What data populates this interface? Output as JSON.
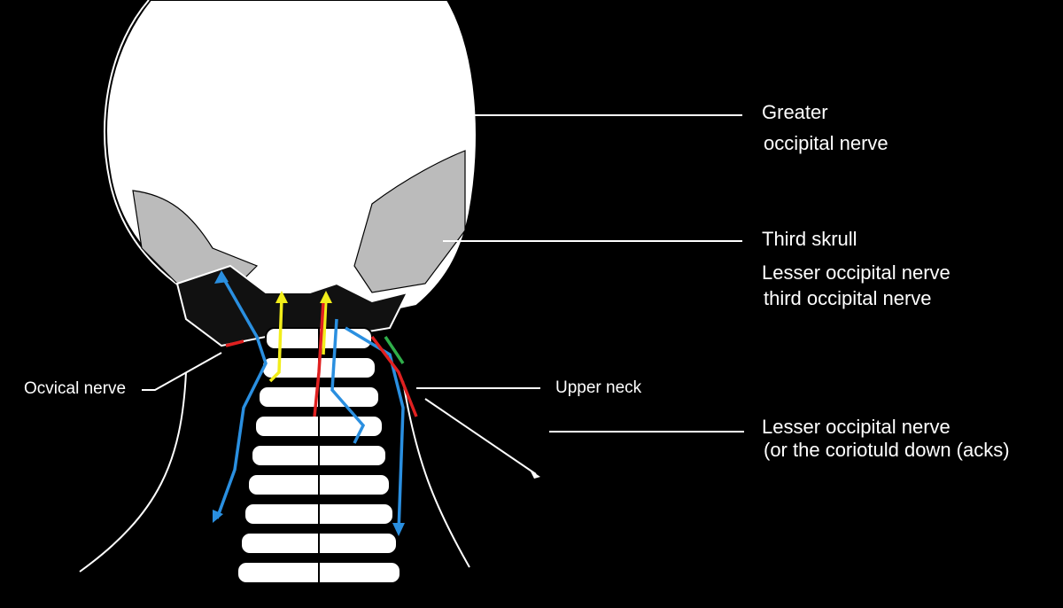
{
  "labels": {
    "greater_1": "Greater",
    "greater_2": "occipital nerve",
    "third_skrull": "Third skrull",
    "lesser_1": "Lesser occipital nerve",
    "lesser_2": "third occipital nerve",
    "ocvical": "Ocvical nerve",
    "upper_neck": "Upper neck",
    "lesser_b1": "Lesser occipital nerve",
    "lesser_b2": "(or the coriotuld down (acks)"
  },
  "colors": {
    "background": "#000000",
    "bone": "#ffffff",
    "blue_nerve": "#2a8fe0",
    "yellow_nerve": "#f2ee1a",
    "red_nerve": "#e02020",
    "green_nerve": "#2fae4a"
  }
}
